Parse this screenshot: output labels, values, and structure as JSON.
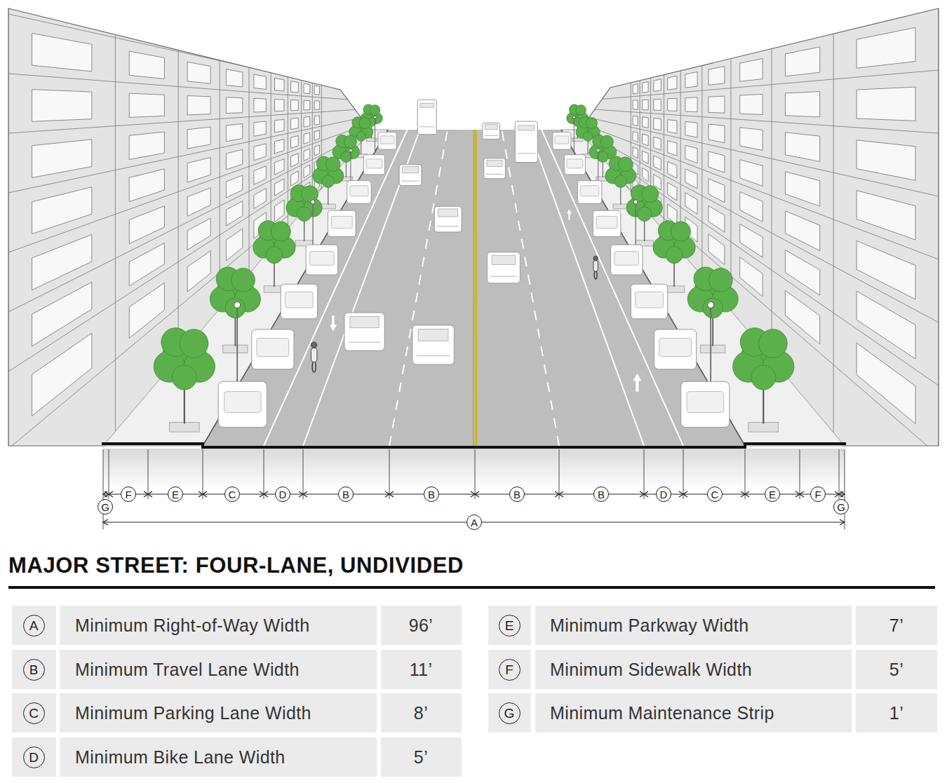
{
  "diagram": {
    "title": "MAJOR STREET: FOUR-LANE, UNDIVIDED",
    "nodes": [
      {
        "text": [
          "G"
        ]
      },
      {
        "text": [
          "F"
        ]
      },
      {
        "text": [
          "E"
        ]
      },
      {
        "text": [
          "C"
        ]
      },
      {
        "text": [
          "D"
        ]
      },
      {
        "text": [
          "B"
        ]
      },
      {
        "text": [
          "B"
        ]
      },
      {
        "text": [
          "B"
        ]
      },
      {
        "text": [
          "B"
        ]
      },
      {
        "text": [
          "D"
        ]
      },
      {
        "text": [
          "C"
        ]
      },
      {
        "text": [
          "E"
        ]
      },
      {
        "text": [
          "F"
        ]
      },
      {
        "text": [
          "G"
        ]
      },
      {
        "text": [
          "A"
        ]
      },
      {
        "text": [
          "A"
        ]
      },
      {
        "text": [
          "B"
        ]
      },
      {
        "text": [
          "C"
        ]
      },
      {
        "text": [
          "D"
        ]
      },
      {
        "text": [
          "E"
        ]
      },
      {
        "text": [
          "F"
        ]
      },
      {
        "text": [
          "G"
        ]
      }
    ],
    "labels": [
      "Minimum Right-of-Way Width",
      "96’",
      "Minimum Travel Lane Width",
      "11’",
      "Minimum Parking Lane Width",
      "8’",
      "Minimum Bike Lane Width",
      "5’",
      "Minimum Parkway Width",
      "7’",
      "Minimum Sidewalk Width",
      "5’",
      "Minimum Maintenance Strip",
      "1’"
    ]
  }
}
